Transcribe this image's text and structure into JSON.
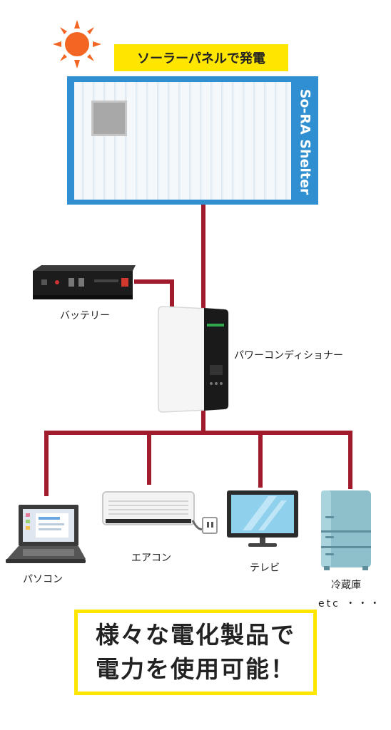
{
  "header": {
    "banner_text": "ソーラーパネルで発電"
  },
  "shelter": {
    "brand_text": "So-RA Shelter"
  },
  "devices": {
    "battery_label": "バッテリー",
    "inverter_label": "パワーコンディショナー",
    "laptop_label": "パソコン",
    "aircon_label": "エアコン",
    "tv_label": "テレビ",
    "fridge_label": "冷蔵庫",
    "etc_label": "etc ・・・"
  },
  "footer": {
    "line1": "様々な電化製品で",
    "line2": "電力を使用可能！"
  },
  "colors": {
    "wire": "#a01c2c",
    "highlight": "#ffe600",
    "container": "#2f8fd0",
    "sun": "#f26522"
  },
  "icons": [
    "sun-icon",
    "container-icon",
    "battery-icon",
    "inverter-icon",
    "laptop-icon",
    "aircon-icon",
    "tv-icon",
    "fridge-icon"
  ]
}
